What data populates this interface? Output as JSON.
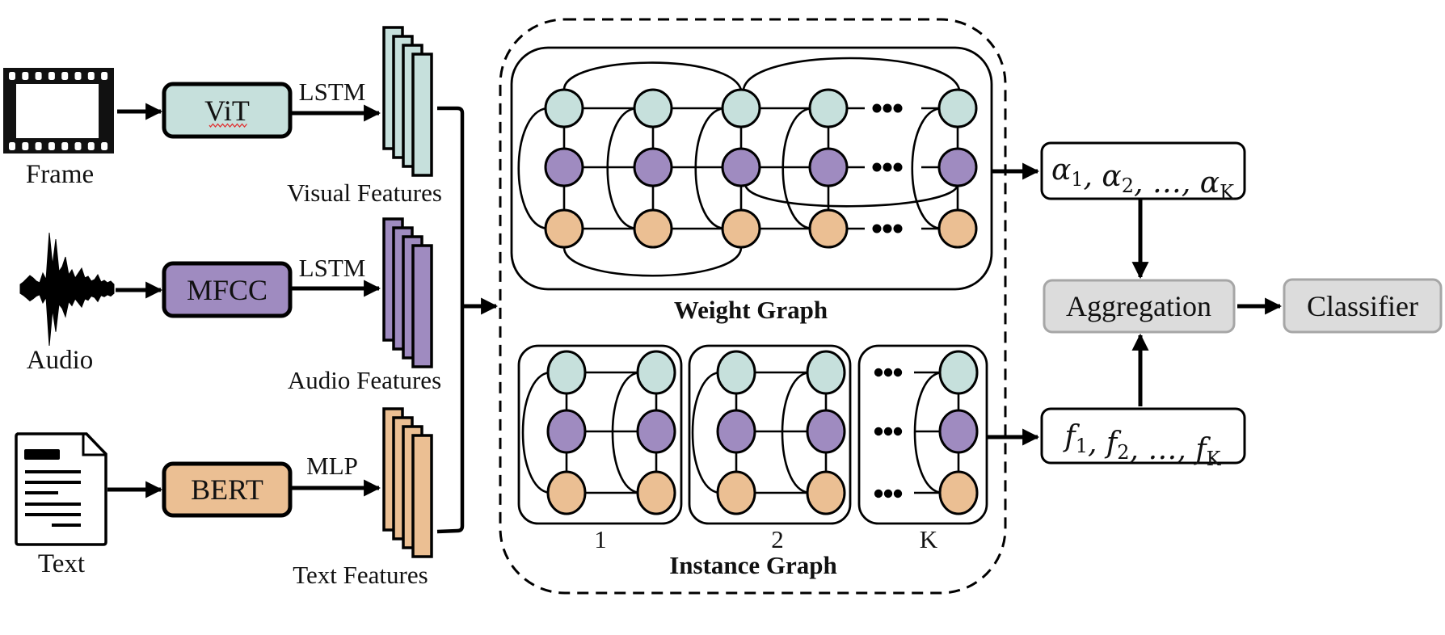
{
  "colors": {
    "visual": "#c6e0dc",
    "audio": "#9f8bc0",
    "text": "#ebbf93",
    "neutral_fill": "#dcdcdc",
    "neutral_border": "#a6a6a6",
    "spellcheck": "#e03030"
  },
  "inputs": [
    {
      "id": "frame",
      "label": "Frame",
      "icon": "film-frame-icon"
    },
    {
      "id": "audio",
      "label": "Audio",
      "icon": "audio-waveform-icon"
    },
    {
      "id": "text",
      "label": "Text",
      "icon": "document-icon"
    }
  ],
  "encoders": [
    {
      "id": "vit",
      "label": "ViT",
      "edge_label": "LSTM",
      "color_key": "visual"
    },
    {
      "id": "mfcc",
      "label": "MFCC",
      "edge_label": "LSTM",
      "color_key": "audio"
    },
    {
      "id": "bert",
      "label": "BERT",
      "edge_label": "MLP",
      "color_key": "text"
    }
  ],
  "features": [
    {
      "id": "visual",
      "label": "Visual Features"
    },
    {
      "id": "audio",
      "label": "Audio Features"
    },
    {
      "id": "text",
      "label": "Text Features"
    }
  ],
  "weight_graph": {
    "title": "Weight Graph",
    "rows": [
      "visual",
      "audio",
      "text"
    ],
    "columns": 5,
    "ellipsis": "•••"
  },
  "instance_graph": {
    "title": "Instance Graph",
    "instances": [
      "1",
      "2",
      "K"
    ]
  },
  "outputs": {
    "weights": {
      "symbol": "α",
      "subs": [
        "1",
        "2",
        "K"
      ],
      "ellipsis": "…"
    },
    "features": {
      "symbol": "f",
      "subs": [
        "1",
        "2",
        "K"
      ],
      "ellipsis": "…"
    },
    "aggregation": "Aggregation",
    "classifier": "Classifier"
  }
}
